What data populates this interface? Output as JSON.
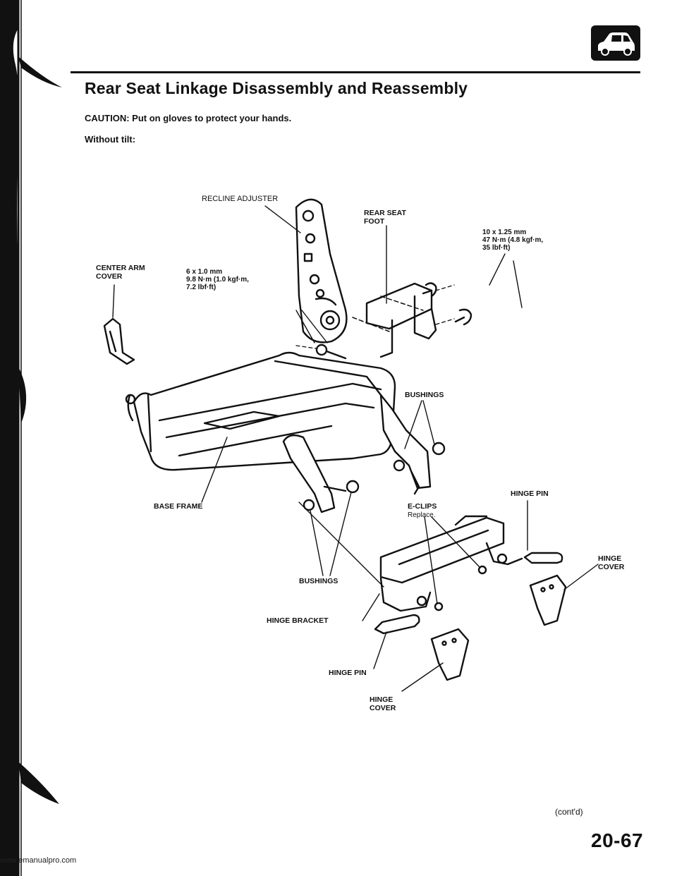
{
  "header": {
    "title": "Rear Seat Linkage Disassembly and Reassembly",
    "caution": "CAUTION: Put on gloves to protect your hands.",
    "subheading": "Without tilt:",
    "section_icon": "car-body-icon"
  },
  "diagram": {
    "labels": {
      "recline_adjuster": "RECLINE ADJUSTER",
      "rear_seat_foot": "REAR SEAT\nFOOT",
      "center_arm_cover": "CENTER ARM\nCOVER",
      "bushings_top": "BUSHINGS",
      "base_frame": "BASE FRAME",
      "e_clips": "E-CLIPS",
      "e_clips_note": "Replace.",
      "hinge_pin_right": "HINGE PIN",
      "bushings_bottom": "BUSHINGS",
      "hinge_bracket": "HINGE BRACKET",
      "hinge_cover_right": "HINGE\nCOVER",
      "hinge_pin_bottom": "HINGE PIN",
      "hinge_cover_bottom": "HINGE\nCOVER"
    },
    "specs": {
      "bolt_10": "10 x 1.25 mm\n47 N·m (4.8 kgf·m,\n35 lbf·ft)",
      "bolt_6": "6 x 1.0 mm\n9.8 N·m (1.0 kgf·m,\n7.2 lbf·ft)"
    }
  },
  "footer": {
    "continued": "(cont'd)",
    "page_number": "20-67",
    "url": "www.emanualpro.com"
  }
}
